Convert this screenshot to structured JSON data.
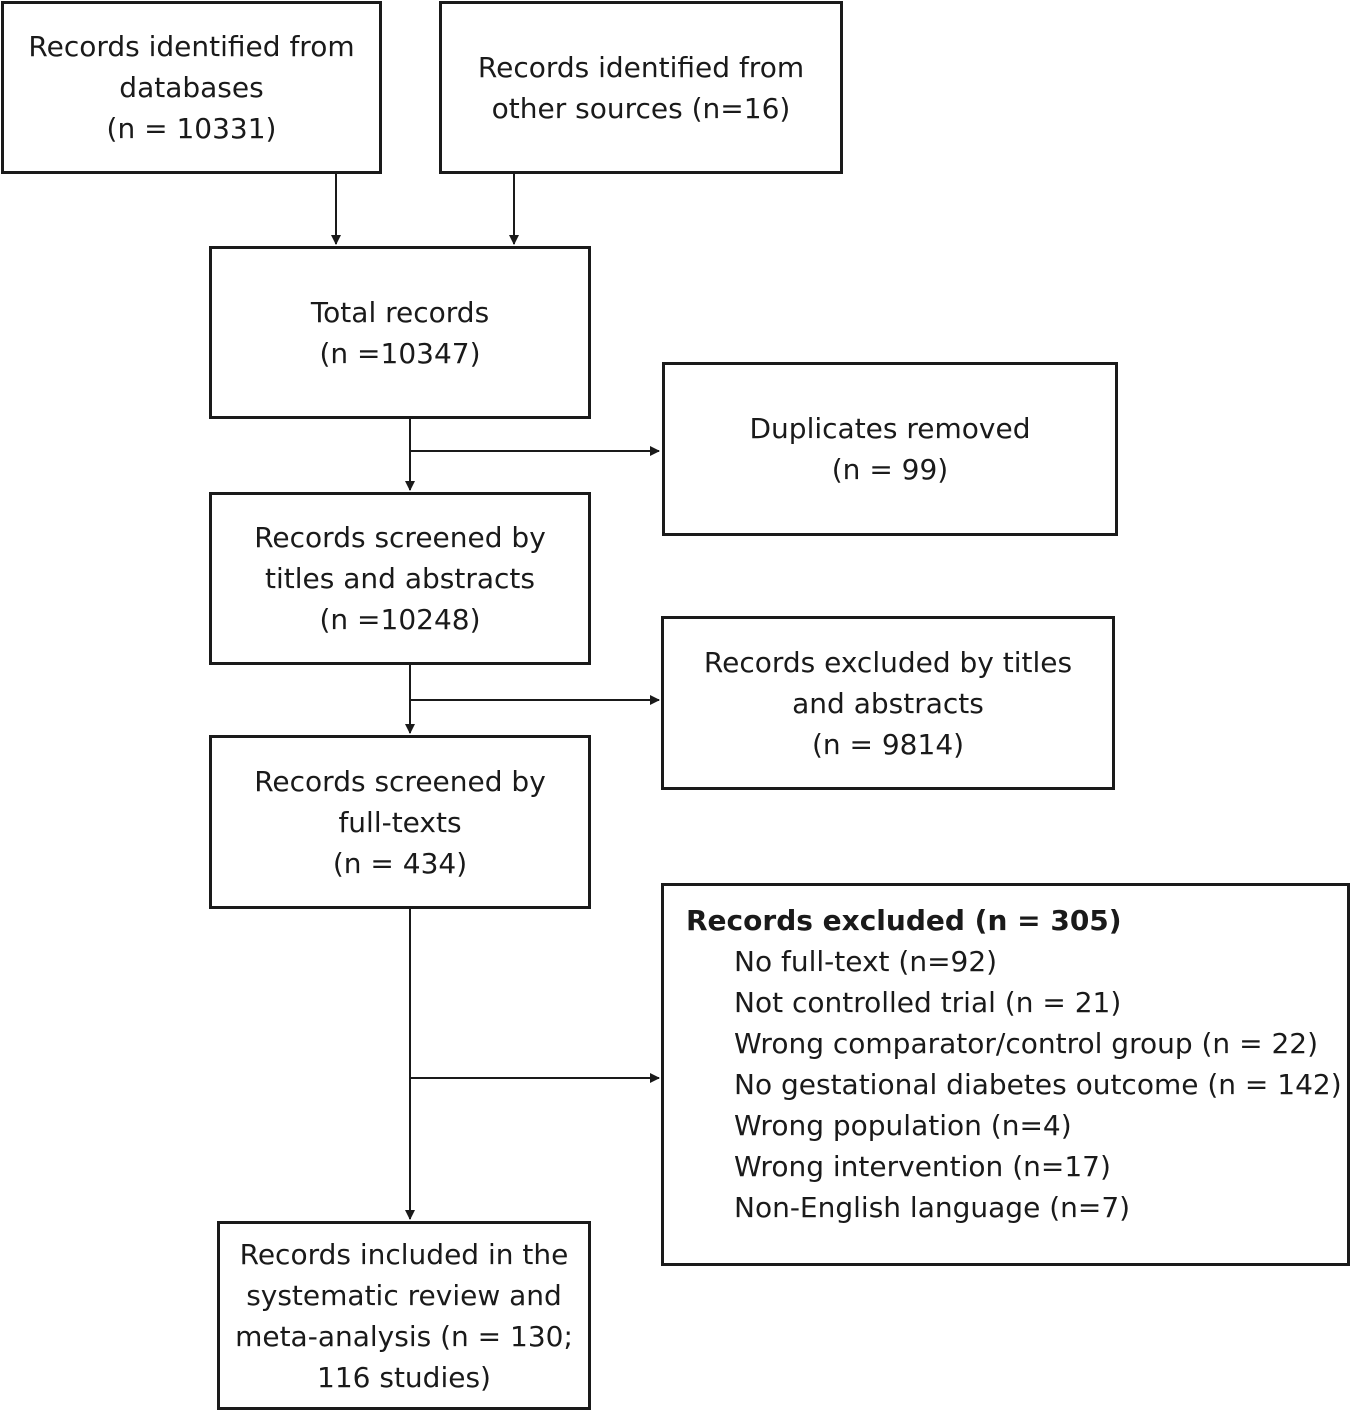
{
  "boxes": {
    "databases": {
      "lines": [
        "Records identified from",
        "databases",
        "(n = 10331)"
      ]
    },
    "other_sources": {
      "lines": [
        "Records identified from",
        "other sources (n=16)"
      ]
    },
    "total": {
      "lines": [
        "Total records",
        "(n =10347)"
      ]
    },
    "duplicates": {
      "lines": [
        "Duplicates removed",
        "(n = 99)"
      ]
    },
    "screened_titles": {
      "lines": [
        "Records screened by",
        "titles and abstracts",
        "(n =10248)"
      ]
    },
    "excluded_titles": {
      "lines": [
        "Records excluded by titles",
        "and abstracts",
        "(n = 9814)"
      ]
    },
    "screened_fulltext": {
      "lines": [
        "Records screened by",
        "full-texts",
        "(n = 434)"
      ]
    },
    "excluded_fulltext": {
      "title": "Records excluded (n = 305)",
      "items": [
        "No full-text (n=92)",
        "Not controlled trial (n = 21)",
        "Wrong comparator/control group (n = 22)",
        "No gestational diabetes outcome (n = 142)",
        "Wrong population (n=4)",
        "Wrong intervention (n=17)",
        "Non-English language (n=7)"
      ]
    },
    "included": {
      "lines": [
        "Records included in the",
        "systematic review and",
        "meta-analysis (n = 130;",
        "116 studies)"
      ]
    }
  }
}
